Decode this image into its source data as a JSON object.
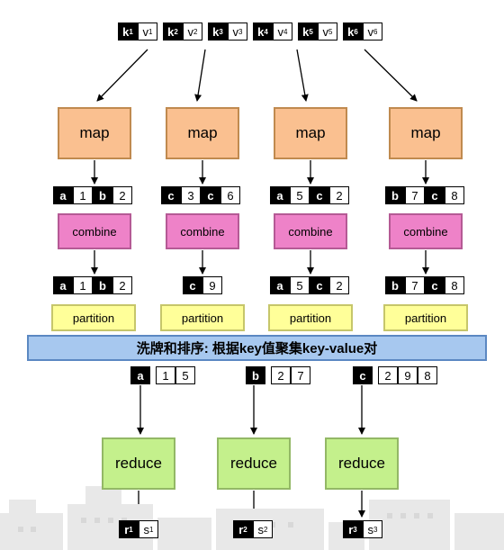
{
  "inputs": [
    {
      "k": "k",
      "ki": "1",
      "v": "v",
      "vi": "1"
    },
    {
      "k": "k",
      "ki": "2",
      "v": "v",
      "vi": "2"
    },
    {
      "k": "k",
      "ki": "3",
      "v": "v",
      "vi": "3"
    },
    {
      "k": "k",
      "ki": "4",
      "v": "v",
      "vi": "4"
    },
    {
      "k": "k",
      "ki": "5",
      "v": "v",
      "vi": "5"
    },
    {
      "k": "k",
      "ki": "6",
      "v": "v",
      "vi": "6"
    }
  ],
  "map_label": "map",
  "combine_label": "combine",
  "partition_label": "partition",
  "reduce_label": "reduce",
  "map_outputs": [
    [
      {
        "k": "a",
        "v": "1"
      },
      {
        "k": "b",
        "v": "2"
      }
    ],
    [
      {
        "k": "c",
        "v": "3"
      },
      {
        "k": "c",
        "v": "6"
      }
    ],
    [
      {
        "k": "a",
        "v": "5"
      },
      {
        "k": "c",
        "v": "2"
      }
    ],
    [
      {
        "k": "b",
        "v": "7"
      },
      {
        "k": "c",
        "v": "8"
      }
    ]
  ],
  "combine_outputs": [
    [
      {
        "k": "a",
        "v": "1"
      },
      {
        "k": "b",
        "v": "2"
      }
    ],
    [
      {
        "k": "c",
        "v": "9"
      }
    ],
    [
      {
        "k": "a",
        "v": "5"
      },
      {
        "k": "c",
        "v": "2"
      }
    ],
    [
      {
        "k": "b",
        "v": "7"
      },
      {
        "k": "c",
        "v": "8"
      }
    ]
  ],
  "shuffle_label": "洗牌和排序: 根据key值聚集key-value对",
  "groups": [
    {
      "k": "a",
      "vals": [
        "1",
        "5"
      ]
    },
    {
      "k": "b",
      "vals": [
        "2",
        "7"
      ]
    },
    {
      "k": "c",
      "vals": [
        "2",
        "9",
        "8"
      ]
    }
  ],
  "results": [
    {
      "r": "r",
      "ri": "1",
      "s": "s",
      "si": "1"
    },
    {
      "r": "r",
      "ri": "2",
      "s": "s",
      "si": "2"
    },
    {
      "r": "r",
      "ri": "3",
      "s": "s",
      "si": "3"
    }
  ]
}
